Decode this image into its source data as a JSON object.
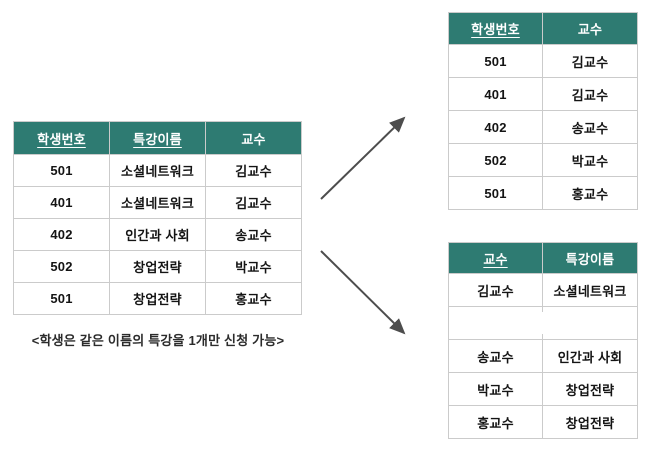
{
  "colors": {
    "header_bg": "#2e7b72",
    "header_text": "#ffffff",
    "border": "#cbcbcb",
    "body_text": "#141414",
    "arrow": "#4d4d4d"
  },
  "caption": "<학생은 같은 이름의 특강을 1개만 신청 가능>",
  "source_table": {
    "columns": [
      {
        "label": "학생번호",
        "key": true
      },
      {
        "label": "특강이름",
        "key": true
      },
      {
        "label": "교수",
        "key": false
      }
    ],
    "rows": [
      [
        "501",
        "소셜네트워크",
        "김교수"
      ],
      [
        "401",
        "소셜네트워크",
        "김교수"
      ],
      [
        "402",
        "인간과 사회",
        "송교수"
      ],
      [
        "502",
        "창업전략",
        "박교수"
      ],
      [
        "501",
        "창업전략",
        "홍교수"
      ]
    ]
  },
  "student_professor_table": {
    "columns": [
      {
        "label": "학생번호",
        "key": true
      },
      {
        "label": "교수",
        "key": false
      }
    ],
    "rows": [
      [
        "501",
        "김교수"
      ],
      [
        "401",
        "김교수"
      ],
      [
        "402",
        "송교수"
      ],
      [
        "502",
        "박교수"
      ],
      [
        "501",
        "홍교수"
      ]
    ]
  },
  "professor_lecture_table": {
    "columns": [
      {
        "label": "교수",
        "key": true
      },
      {
        "label": "특강이름",
        "key": false
      }
    ],
    "rows": [
      [
        "김교수",
        "소셜네트워크"
      ],
      [
        "",
        ""
      ],
      [
        "송교수",
        "인간과 사회"
      ],
      [
        "박교수",
        "창업전략"
      ],
      [
        "홍교수",
        "창업전략"
      ]
    ]
  },
  "icons": {
    "arrow_to_top": "arrow-up-right",
    "arrow_to_bottom": "arrow-down-right"
  }
}
